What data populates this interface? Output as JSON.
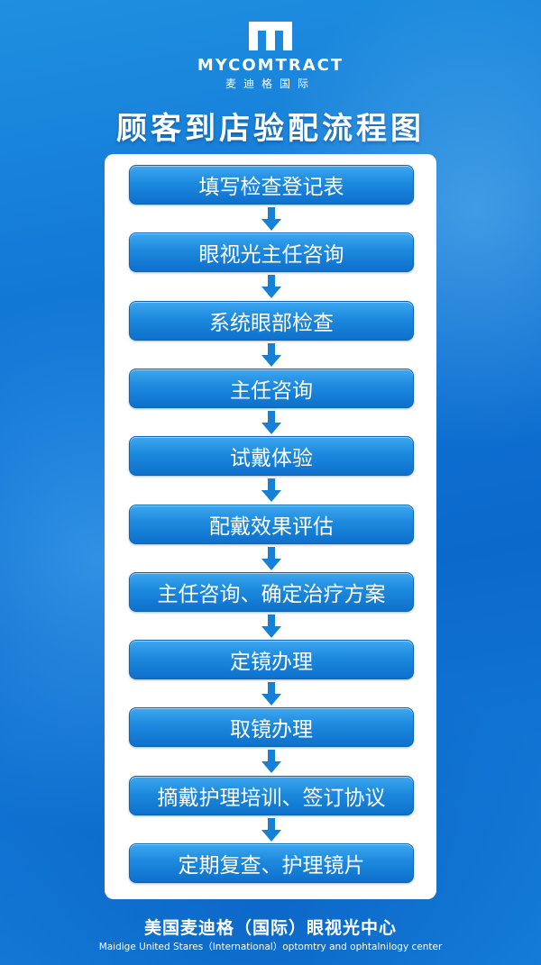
{
  "brand": {
    "logo_wordmark": "MYCOMTRACT",
    "logo_cn": "麦迪格国际",
    "logo_mark_icon": "m-monogram-icon",
    "text_color": "#ffffff"
  },
  "title": "顾客到店验配流程图",
  "flow": {
    "steps": [
      "填写检查登记表",
      "眼视光主任咨询",
      "系统眼部检查",
      "主任咨询",
      "试戴体验",
      "配戴效果评估",
      "主任咨询、确定治疗方案",
      "定镜办理",
      "取镜办理",
      "摘戴护理培训、签订协议",
      "定期复查、护理镜片"
    ],
    "arrow_icon": "arrow-down-icon",
    "step_color": "#1b89de",
    "arrow_color": "#1580d8"
  },
  "footer": {
    "cn": "美国麦迪格（国际）眼视光中心",
    "en": "Maidige United Stares（International）optomtry and ophtalnilogy center"
  }
}
